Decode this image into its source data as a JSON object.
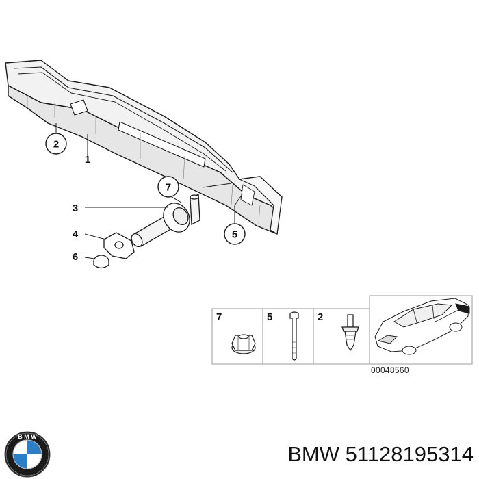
{
  "callouts": {
    "c1": "1",
    "c2": "2",
    "c3": "3",
    "c4": "4",
    "c5": "5",
    "c6": "6",
    "c7": "7"
  },
  "legend": {
    "items": [
      {
        "number": "7",
        "part": "nut"
      },
      {
        "number": "5",
        "part": "bolt"
      },
      {
        "number": "2",
        "part": "clip"
      }
    ]
  },
  "reference_number": "00048560",
  "footer": {
    "brand": "BMW",
    "part_number": "51128195314"
  },
  "logo": {
    "name": "bmw-roundel",
    "letters": "BMW"
  },
  "colors": {
    "line": "#1a1a1a",
    "part_shade": "#e6e6e6",
    "logo_blue": "#2c7fc4",
    "logo_ring": "#1b1b1b"
  }
}
